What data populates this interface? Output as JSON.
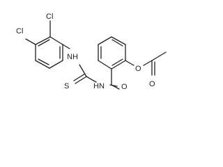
{
  "atoms": {
    "cl_top": "Cl",
    "cl_left": "Cl",
    "nh_left": "N",
    "h_left": "H",
    "s": "S",
    "n_right": "N",
    "h_right": "H",
    "amide_o": "O",
    "ester_o": "O",
    "carbonyl_o": "O"
  }
}
